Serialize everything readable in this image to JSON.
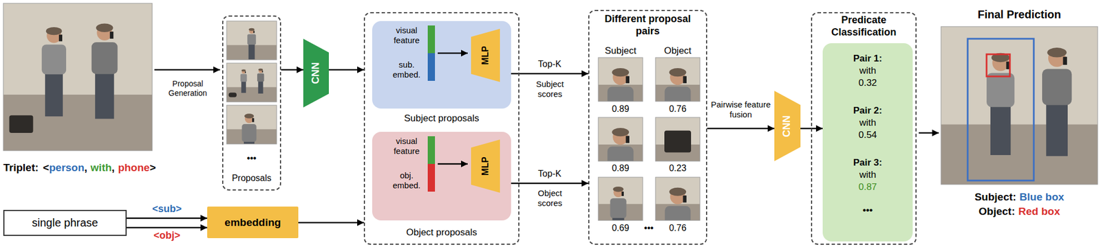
{
  "diagram": {
    "nodes": [
      {
        "text": [
          "•••",
          "Proposals"
        ]
      },
      {
        "text": [
          "CNN"
        ]
      },
      {
        "text": [
          "Subject proposals",
          "Object proposals"
        ]
      },
      {
        "text": [
          "visual feature",
          "sub. embed."
        ],
        "in": 2
      },
      {
        "text": [
          "MLP"
        ],
        "in": 3
      },
      {
        "text": [
          "visual feature",
          "obj. embed."
        ],
        "in": 2
      },
      {
        "text": [
          "MLP"
        ],
        "in": 5
      },
      {
        "text": [
          "single phrase"
        ]
      },
      {
        "text": [
          "embedding"
        ]
      },
      {
        "text": [
          "Different proposal pairs",
          "Subject",
          "Object",
          "0.89",
          "0.76",
          "0.89",
          "0.23",
          "0.69",
          "•••",
          "0.76"
        ]
      },
      {
        "text": [
          "CNN"
        ]
      },
      {
        "text": [
          "Predicate Classification"
        ]
      },
      {
        "text": [
          "Pair 1:",
          "with",
          "0.32",
          "Pair 2:",
          "with",
          "0.54",
          "Pair 3:",
          "with",
          "0.87",
          "•••"
        ],
        "in": 11
      }
    ],
    "edges": [
      {
        "from": 0,
        "to": 1,
        "arrow": "to"
      },
      {
        "from": 1,
        "to": 2,
        "arrow": "to"
      },
      {
        "from": 3,
        "to": 9,
        "label": "Top-K",
        "arrow": "to"
      },
      {
        "from": 5,
        "to": 9,
        "label": "Top-K",
        "arrow": "to"
      },
      {
        "from": 7,
        "to": 8,
        "label": "<sub>",
        "arrow": "to"
      },
      {
        "from": 7,
        "to": 8,
        "label": "<obj>",
        "arrow": "to"
      },
      {
        "from": 8,
        "to": 2,
        "arrow": "to"
      },
      {
        "from": 9,
        "to": 10,
        "label": "Pairwise feature fusion",
        "arrow": "to"
      },
      {
        "from": 10,
        "to": 12,
        "arrow": "to"
      }
    ],
    "labels": [
      "Proposal Generation",
      "Triplet:",
      "<",
      "person",
      ",",
      "with",
      ",",
      "phone",
      ">",
      "Subject scores",
      "Object scores",
      "Final Prediction",
      "Subject:",
      "Blue box",
      "Object:",
      "Red box"
    ]
  }
}
